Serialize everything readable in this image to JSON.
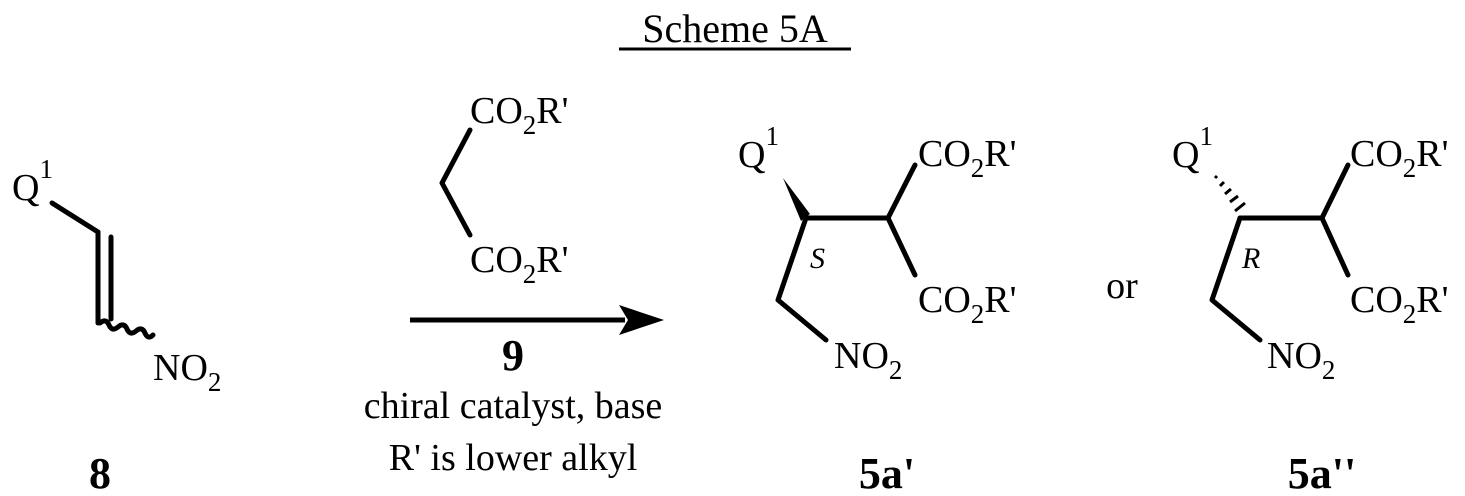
{
  "title": "Scheme 5A",
  "compound_8": {
    "label": "8",
    "substituent": "Q",
    "substituent_sup": "1",
    "nitro": "NO",
    "nitro_sub": "2"
  },
  "reagent_9": {
    "ester_top": "CO",
    "ester_top_sub": "2",
    "ester_top_end": "R'",
    "ester_bottom": "CO",
    "ester_bottom_sub": "2",
    "ester_bottom_end": "R'",
    "label": "9",
    "conditions_line1": "chiral catalyst, base",
    "conditions_line2": "R' is lower alkyl"
  },
  "product_5a_prime": {
    "label": "5a'",
    "substituent": "Q",
    "substituent_sup": "1",
    "stereo": "S",
    "ester_top": "CO",
    "ester_top_sub": "2",
    "ester_top_end": "R'",
    "ester_bottom": "CO",
    "ester_bottom_sub": "2",
    "ester_bottom_end": "R'",
    "nitro": "NO",
    "nitro_sub": "2"
  },
  "or_text": "or",
  "product_5a_double_prime": {
    "label": "5a''",
    "substituent": "Q",
    "substituent_sup": "1",
    "stereo": "R",
    "ester_top": "CO",
    "ester_top_sub": "2",
    "ester_top_end": "R'",
    "ester_bottom": "CO",
    "ester_bottom_sub": "2",
    "ester_bottom_end": "R'",
    "nitro": "NO",
    "nitro_sub": "2"
  }
}
